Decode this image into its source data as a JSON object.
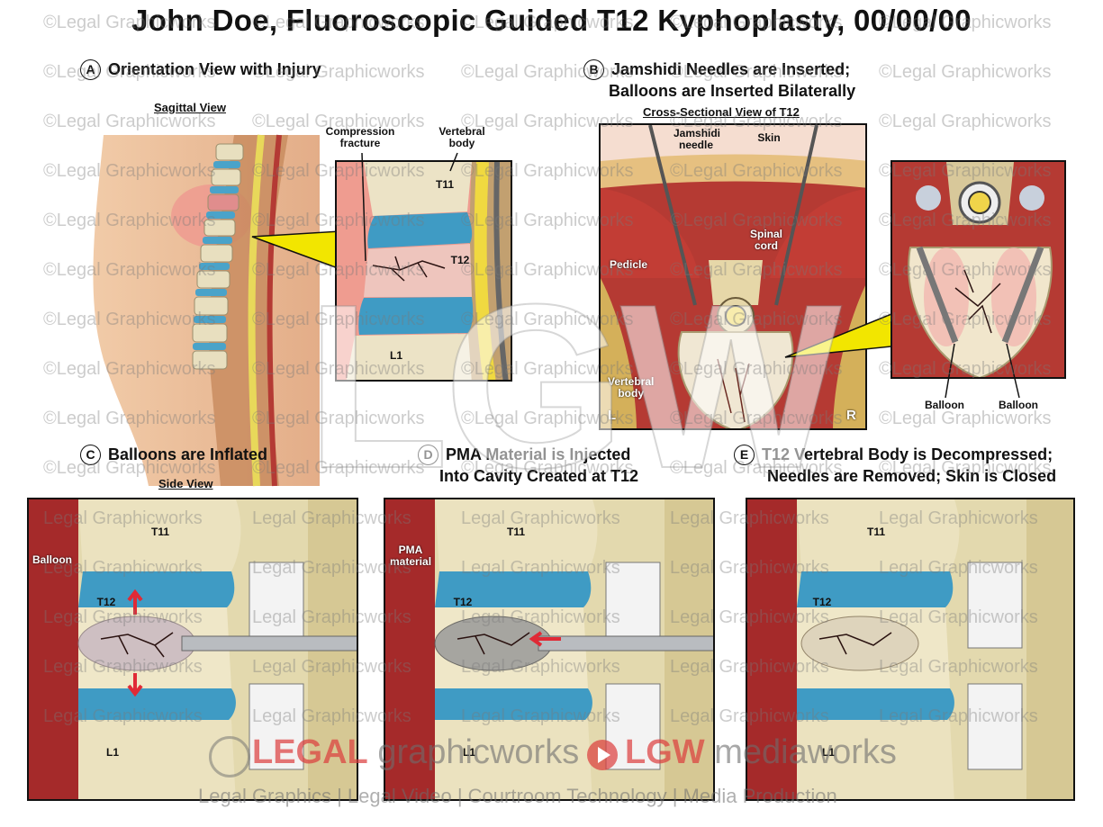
{
  "title": "John Doe, Fluoroscopic Guided T12 Kyphoplasty, 00/00/00",
  "watermark": "©Legal Graphicworks",
  "steps": {
    "a": {
      "letter": "A",
      "title": "Orientation View with Injury",
      "subtitle": "Sagittal View",
      "labels": {
        "compression": "Compression\nfracture",
        "vertebral_body": "Vertebral\nbody",
        "t11": "T11",
        "t12": "T12",
        "l1": "L1"
      }
    },
    "b": {
      "letter": "B",
      "title_line1": "Jamshidi Needles are Inserted;",
      "title_line2": "Balloons are Inserted Bilaterally",
      "subtitle": "Cross-Sectional View of T12",
      "labels": {
        "jamshidi": "Jamshidi\nneedle",
        "skin": "Skin",
        "spinal_cord": "Spinal\ncord",
        "pedicle": "Pedicle",
        "vertebral_body": "Vertebral\nbody",
        "left": "L",
        "right": "R",
        "balloon_left": "Balloon",
        "balloon_right": "Balloon"
      }
    },
    "c": {
      "letter": "C",
      "title": "Balloons are Inflated",
      "subtitle": "Side View",
      "labels": {
        "balloon": "Balloon",
        "t11": "T11",
        "t12": "T12",
        "l1": "L1"
      }
    },
    "d": {
      "letter": "D",
      "title_line1": "PMA Material is Injected",
      "title_line2": "Into Cavity Created at T12",
      "labels": {
        "pma": "PMA\nmaterial",
        "t11": "T11",
        "t12": "T12",
        "l1": "L1"
      }
    },
    "e": {
      "letter": "E",
      "title_line1": "T12 Vertebral Body is Decompressed;",
      "title_line2": "Needles are Removed; Skin is Closed",
      "labels": {
        "t11": "T11",
        "t12": "T12",
        "l1": "L1"
      }
    }
  },
  "footer": {
    "legal": "LEGAL",
    "graphicworks": "graphicworks",
    "lgw": "LGW",
    "mediaworks": "mediaworks",
    "tagline": "Legal Graphics | Legal Video | Courtroom Technology | Media Production",
    "big_logo": "LGW"
  },
  "colors": {
    "bone": "#e9dfb8",
    "disc": "#3f9bc4",
    "muscle": "#a8302c",
    "marrow": "#d98a86",
    "accent_arrow": "#e02a36",
    "callout": "#f2e600"
  }
}
